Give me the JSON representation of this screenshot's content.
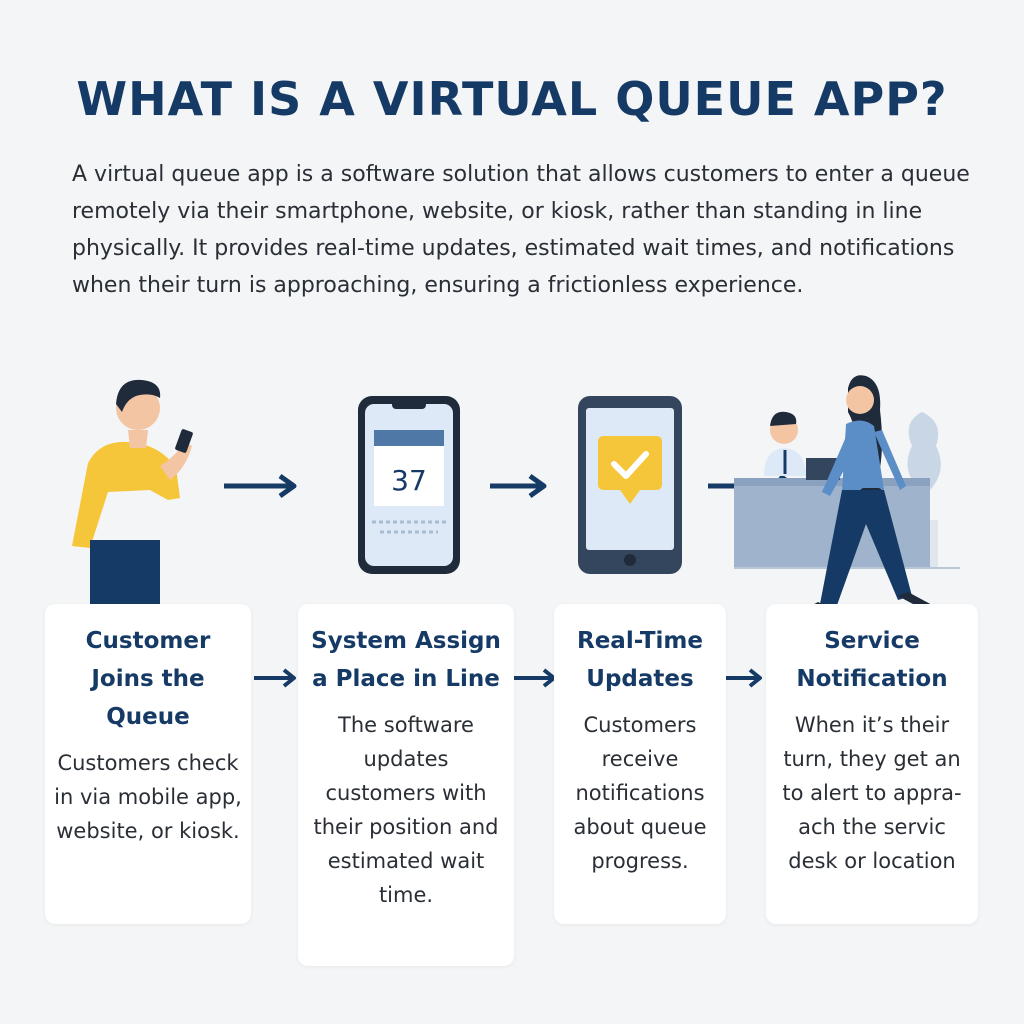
{
  "title": "WHAT IS A VIRTUAL QUEUE APP?",
  "intro": "A virtual queue app is a software solution that allows customers to enter a queue remotely via their smartphone, website, or kiosk, rather than standing in line physically. It provides real-time updates, estimated wait times, and notifications when their turn is approaching, ensuring a frictionless experience.",
  "illustration": {
    "ticket_number": "37"
  },
  "steps": [
    {
      "title": "Customer Joins the Queue",
      "text": "Customers check in via mobile app, website, or kiosk."
    },
    {
      "title": "System Assign a Place in Line",
      "text": "The software updates customers with their position and estimated wait time."
    },
    {
      "title": "Real-Time Updates",
      "text": "Customers receive notifications about queue progress."
    },
    {
      "title": "Service Notification",
      "text": "When it’s their turn, they get an to alert to appra-ach the servic desk or location"
    }
  ],
  "colors": {
    "navy": "#163a66",
    "yellow": "#f6c63a",
    "light_blue": "#dde9f7"
  }
}
